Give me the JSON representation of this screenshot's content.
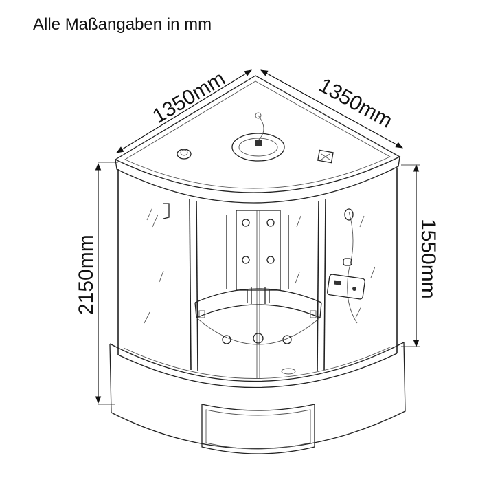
{
  "caption": "Alle Maßangaben in mm",
  "dimensions": {
    "top_left": "1350mm",
    "top_right": "1350mm",
    "height_total": "2150mm",
    "height_glass": "1550mm"
  }
}
